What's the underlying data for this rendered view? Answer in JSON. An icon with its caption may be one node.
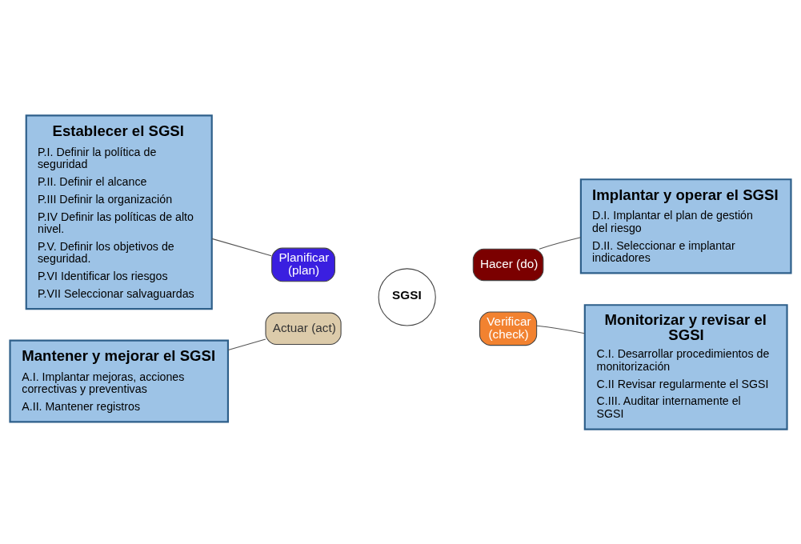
{
  "diagram": {
    "nodes": [
      {
        "text": [
          "Establecer el SGSI",
          "P.I. Definir la política de seguridad",
          "P.II. Definir el alcance",
          "P.III Definir la organización",
          "P.IV Definir las políticas de alto nivel.",
          "P.V. Definir los objetivos de seguridad.",
          "P.VI Identificar los riesgos",
          "P.VII Seleccionar salvaguardas"
        ]
      },
      {
        "text": [
          "Implantar y operar el SGSI",
          "D.I. Implantar el plan de gestión del riesgo",
          "D.II. Seleccionar e implantar indicadores"
        ]
      },
      {
        "text": [
          "Planificar (plan)"
        ]
      },
      {
        "text": [
          "Hacer (do)"
        ]
      },
      {
        "text": [
          "SGSI"
        ]
      },
      {
        "text": [
          "Actuar (act)"
        ]
      },
      {
        "text": [
          "Verificar (check)"
        ]
      },
      {
        "text": [
          "Mantener y mejorar el SGSI",
          "A.I. Implantar mejoras, acciones correctivas y preventivas",
          "A.II. Mantener registros"
        ]
      },
      {
        "text": [
          "Monitorizar y revisar el SGSI",
          "C.I. Desarrollar procedimientos de monitorización",
          "C.II Revisar regularmente el SGSI",
          "C.III. Auditar internamente el SGSI"
        ]
      }
    ],
    "edges": [
      {
        "from": 0,
        "to": 2,
        "arrow": "none"
      },
      {
        "from": 1,
        "to": 3,
        "arrow": "none"
      },
      {
        "from": 7,
        "to": 5,
        "arrow": "none"
      },
      {
        "from": 8,
        "to": 6,
        "arrow": "none"
      }
    ]
  }
}
